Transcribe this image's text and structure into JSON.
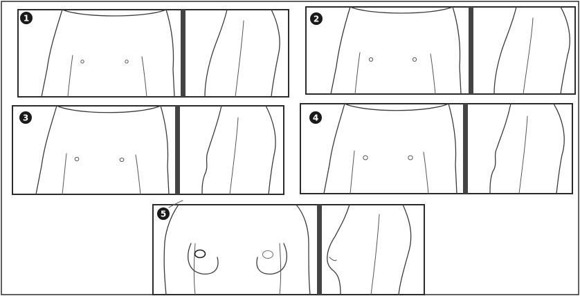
{
  "figure": {
    "panels": [
      {
        "id": "panel-1",
        "stage_label": "1"
      },
      {
        "id": "panel-2",
        "stage_label": "2"
      },
      {
        "id": "panel-3",
        "stage_label": "3"
      },
      {
        "id": "panel-4",
        "stage_label": "4"
      },
      {
        "id": "panel-5",
        "stage_label": "5"
      }
    ],
    "colors": {
      "ink": "#3a3a3a",
      "frame": "#2b2b2b",
      "background": "#ffffff"
    }
  }
}
